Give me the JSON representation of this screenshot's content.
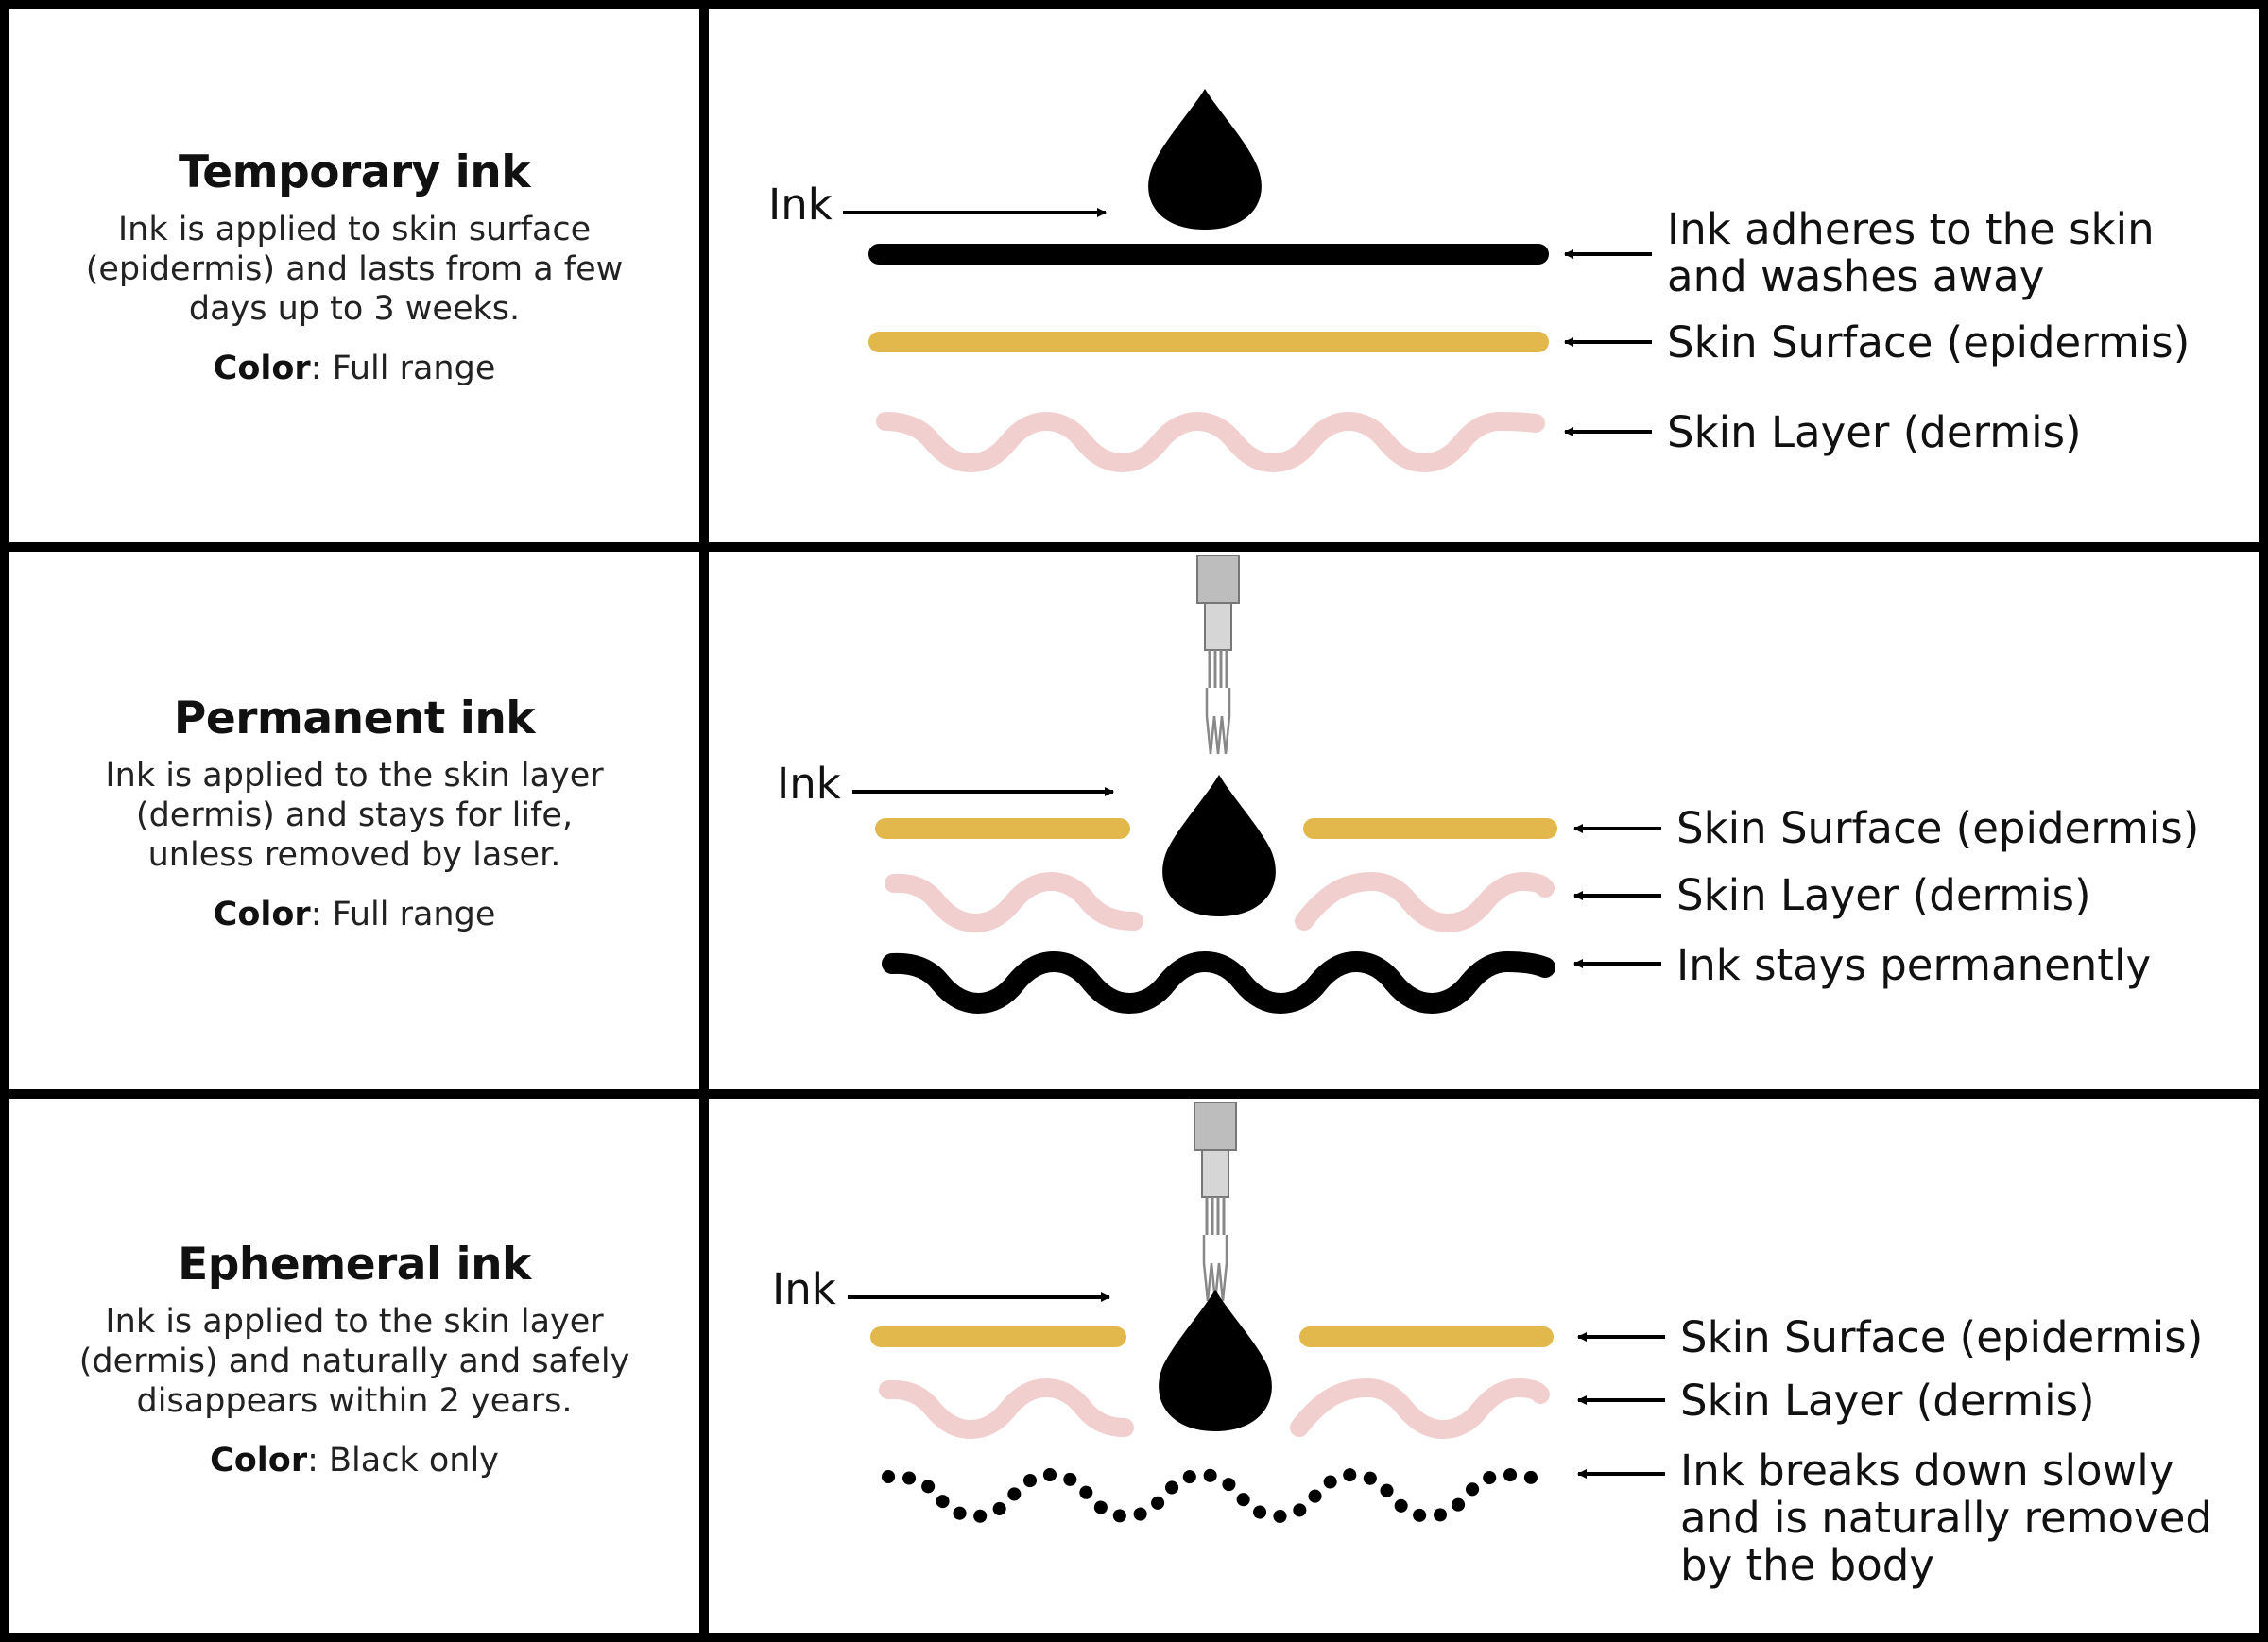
{
  "colors": {
    "border": "#000000",
    "ink": "#000000",
    "epidermis": "#E2B84C",
    "dermis": "#F2CFCF",
    "needle": "#A8A8A8"
  },
  "rows": [
    {
      "title": "Temporary ink",
      "description": [
        "Ink is applied to skin surface",
        "(epidermis) and lasts from a few",
        "days up to 3 weeks."
      ],
      "color_label": "Color",
      "color_value": ": Full range",
      "diagram": {
        "ink_label": "Ink",
        "callouts": [
          [
            "Ink adheres to the skin",
            "and washes away"
          ],
          [
            "Skin Surface (epidermis)"
          ],
          [
            "Skin Layer (dermis)"
          ]
        ]
      }
    },
    {
      "title": "Permanent ink",
      "description": [
        "Ink is applied to the skin layer",
        "(dermis) and stays for life,",
        "unless removed by laser."
      ],
      "color_label": "Color",
      "color_value": ": Full range",
      "diagram": {
        "ink_label": "Ink",
        "callouts": [
          [
            "Skin Surface (epidermis)"
          ],
          [
            "Skin Layer (dermis)"
          ],
          [
            "Ink stays permanently"
          ]
        ]
      }
    },
    {
      "title": "Ephemeral ink",
      "description": [
        "Ink is applied to the skin layer",
        "(dermis) and naturally and safely",
        "disappears within 2 years."
      ],
      "color_label": "Color",
      "color_value": ": Black only",
      "diagram": {
        "ink_label": "Ink",
        "callouts": [
          [
            "Skin Surface (epidermis)"
          ],
          [
            "Skin Layer (dermis)"
          ],
          [
            "Ink breaks down slowly",
            "and is naturally removed",
            "by the body"
          ]
        ]
      }
    }
  ]
}
